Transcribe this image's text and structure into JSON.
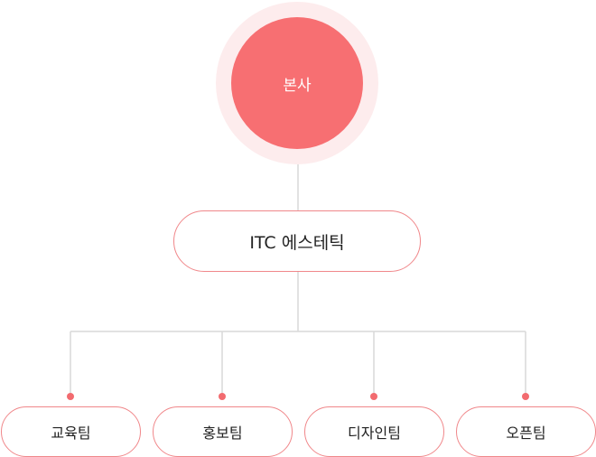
{
  "org_chart": {
    "headquarters": "본사",
    "company": "ITC 에스테틱",
    "teams": [
      "교육팀",
      "홍보팀",
      "디자인팀",
      "오픈팀"
    ]
  },
  "colors": {
    "accent": "#f76f72",
    "halo": "#fdeced",
    "border": "#f0878a",
    "connector": "#d9d9d9",
    "text": "#222222"
  }
}
